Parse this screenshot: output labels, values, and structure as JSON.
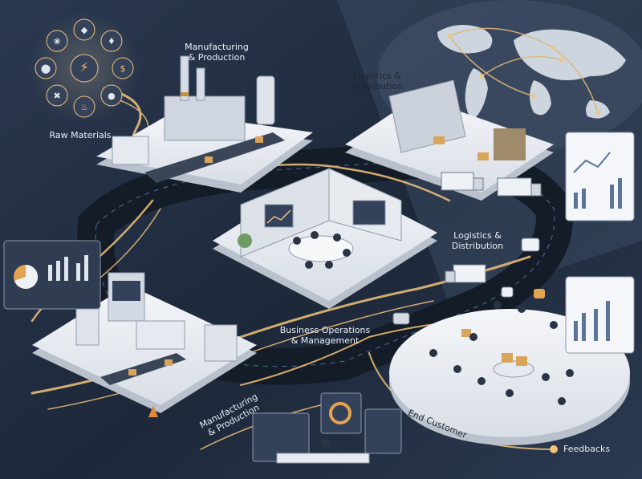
{
  "labels": {
    "raw_materials": "Raw Materials",
    "manufacturing_top": "Manufacturing\n& Production",
    "logistics_top": "Logistics &\nDistribution",
    "logistics_mid": "Logistics &\nDistribution",
    "business_ops": "Business Operations\n& Management",
    "manufacturing_bottom": "Manufacturing\n& Production",
    "end_customer": "End Customer",
    "feedbacks": "Feedbacks"
  },
  "raw_material_icons": [
    "rock-icon",
    "crystal-icon",
    "dollar-icon",
    "ore-icon",
    "lightning-icon",
    "fire-icon",
    "tools-icon",
    "water-drop-icon",
    "leaf-icon"
  ],
  "colors": {
    "background": "#1f2b3d",
    "platform": "#eef1f5",
    "flow": "#f2c27b",
    "accent_blue": "#4c6a93"
  }
}
